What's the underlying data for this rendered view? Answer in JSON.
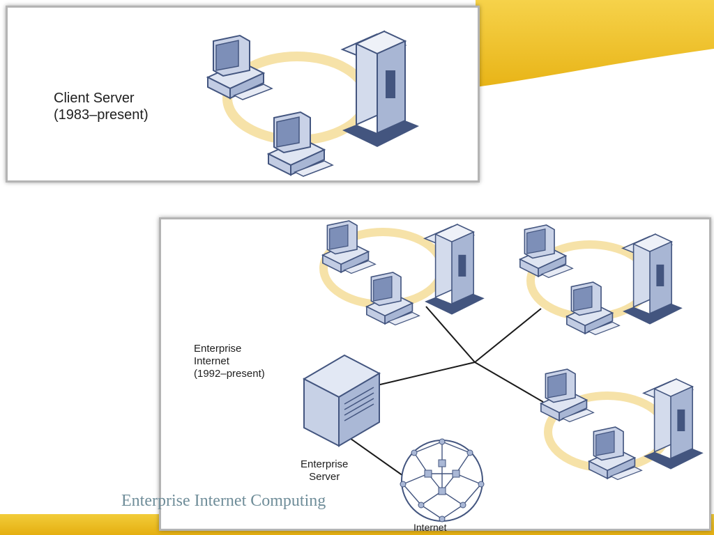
{
  "slide": {
    "caption": "Enterprise Internet Computing",
    "accent_color": "#f0c419"
  },
  "top_panel": {
    "label": "Client Server\n(1983–present)",
    "devices": [
      "desktop-computer-icon",
      "desktop-computer-icon",
      "server-tower-icon"
    ]
  },
  "bottom_panel": {
    "label": "Enterprise\nInternet\n(1992–present)",
    "server_label": "Enterprise\nServer",
    "internet_label": "Internet",
    "client_groups": 3
  }
}
